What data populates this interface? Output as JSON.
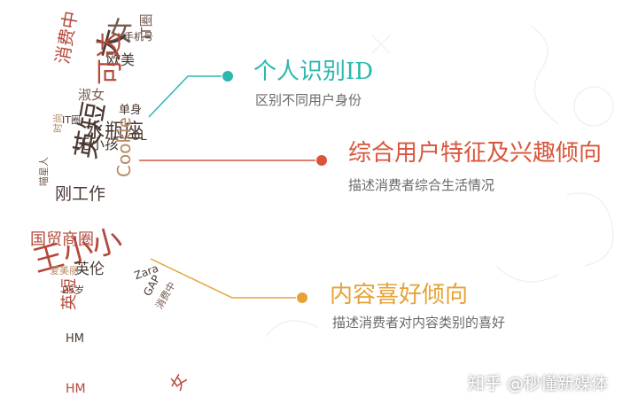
{
  "colors": {
    "teal": "#2bb8ae",
    "red": "#d8553b",
    "orange": "#e6a237",
    "word_dark": "#4a3a33",
    "word_mid": "#7a5a4f",
    "word_red": "#b5483a",
    "word_tan": "#b78a62"
  },
  "callouts": [
    {
      "title": "个人识别ID",
      "description": "区别不同用户身份",
      "color_key": "teal"
    },
    {
      "title": "综合用户特征及兴趣倾向",
      "description": "描述消费者综合生活情况",
      "color_key": "red"
    },
    {
      "title": "内容喜好倾向",
      "description": "描述消费者对内容类别的喜好",
      "color_key": "orange"
    }
  ],
  "word_cloud": [
    "女",
    "手机号",
    "IT圈",
    "欧美",
    "消费中",
    "大",
    "淑女",
    "可达",
    "单身",
    "水瓶座",
    "无小孩",
    "OL",
    "英短",
    "Cookie",
    "刚工作",
    "国贸商圈",
    "王小小",
    "英伦",
    "Zara",
    "GAP",
    "25岁",
    "HM",
    "英短",
    "HM",
    "女",
    "爱美丽",
    "时尚",
    "喵星人",
    "消费中",
    "IT圈"
  ],
  "watermark": "知乎 @秒懂新媒体"
}
